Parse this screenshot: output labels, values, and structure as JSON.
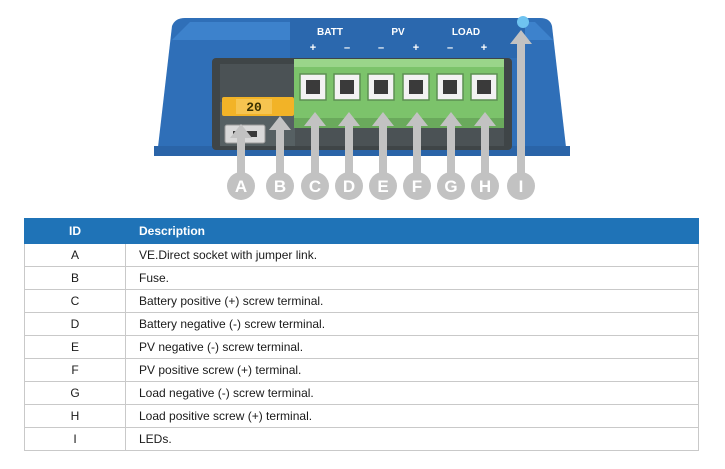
{
  "terminal_header": {
    "groups": [
      "BATT",
      "PV",
      "LOAD"
    ],
    "polarities": [
      "+",
      "–",
      "–",
      "+",
      "–",
      "+"
    ]
  },
  "fuse_label": "20",
  "callouts": [
    "A",
    "B",
    "C",
    "D",
    "E",
    "F",
    "G",
    "H",
    "I"
  ],
  "table": {
    "headers": {
      "id": "ID",
      "description": "Description"
    },
    "rows": [
      {
        "id": "A",
        "description": "VE.Direct socket with jumper link."
      },
      {
        "id": "B",
        "description": "Fuse."
      },
      {
        "id": "C",
        "description": "Battery positive (+) screw terminal."
      },
      {
        "id": "D",
        "description": "Battery negative (-) screw terminal."
      },
      {
        "id": "E",
        "description": "PV negative (-) screw terminal."
      },
      {
        "id": "F",
        "description": "PV positive screw (+) terminal."
      },
      {
        "id": "G",
        "description": "Load negative (-) screw terminal."
      },
      {
        "id": "H",
        "description": "Load positive screw (+) terminal."
      },
      {
        "id": "I",
        "description": "LEDs."
      }
    ]
  },
  "colors": {
    "housing_blue": "#2f6fb8",
    "header_blue": "#1f73b7",
    "terminal_green": "#7cc36b",
    "fuse_yellow": "#f2b327",
    "board_dark": "#3f4547",
    "callout_gray": "#c2c2c2"
  }
}
